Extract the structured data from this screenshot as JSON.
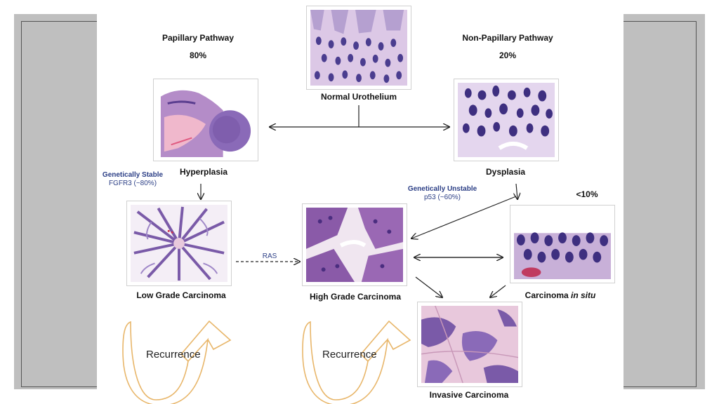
{
  "pathways": {
    "papillary": {
      "title": "Papillary Pathway",
      "percent": "80%"
    },
    "non_papillary": {
      "title": "Non-Papillary Pathway",
      "percent": "20%"
    }
  },
  "stages": {
    "normal": "Normal Urothelium",
    "hyperplasia": "Hyperplasia",
    "dysplasia": "Dysplasia",
    "low_grade": "Low Grade Carcinoma",
    "high_grade": "High Grade Carcinoma",
    "cis_main": "Carcinoma ",
    "cis_italic": "in situ",
    "invasive": "Invasive Carcinoma"
  },
  "annotations": {
    "stable_title": "Genetically Stable",
    "stable_marker": "FGFR3 (~80%)",
    "unstable_title": "Genetically Unstable",
    "unstable_marker": "p53 (~60%)",
    "cis_percent": "<10%",
    "ras": "RAS"
  },
  "recurrence": {
    "left": "Recurrence",
    "right": "Recurrence"
  },
  "colors": {
    "tissue_pink": "#e8c8dc",
    "tissue_purple": "#8a6ab8",
    "nuclei": "#4a3d8f",
    "recurrence_arrow": "#e8b66a",
    "annotation_blue": "#2c3f86"
  }
}
